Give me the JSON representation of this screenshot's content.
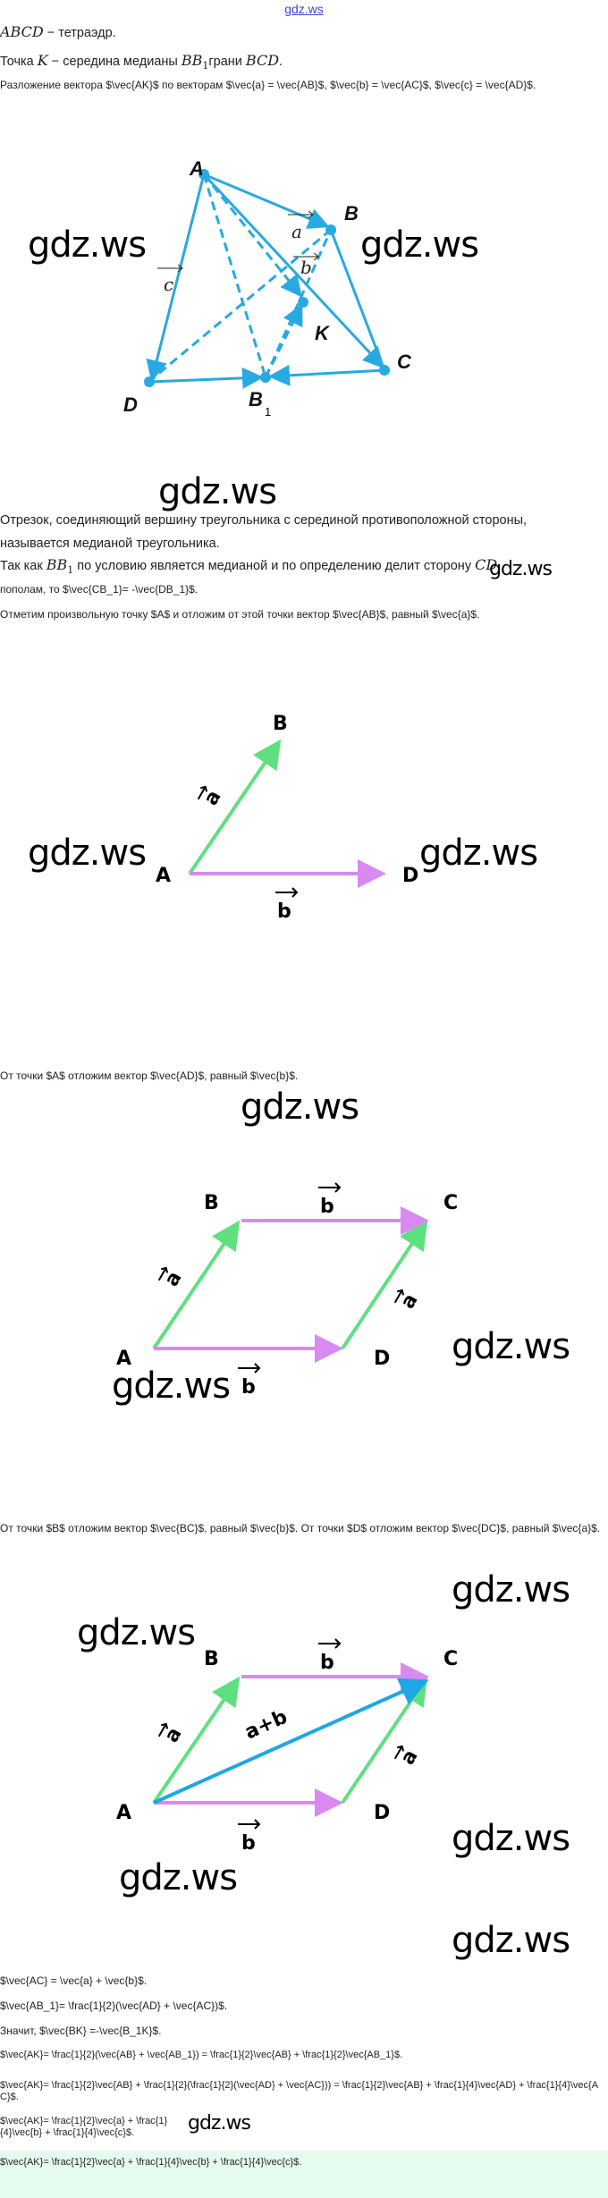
{
  "header": {
    "site_link": "gdz.ws"
  },
  "watermark": "gdz.ws",
  "intro": [
    "$ABCD$ − тетраэдр.",
    "Точка $K$ − середина медианы $BB_1$грани $BCD$.",
    "Разложение вектора $\\vec{AK}$ по векторам $\\vec{a} = \\vec{AB}$, $\\vec{b} = \\vec{AC}$, $\\vec{c} = \\vec{AD}$."
  ],
  "figure1": {
    "points": {
      "A": "A",
      "B": "B",
      "C": "C",
      "D": "D",
      "B1": "B",
      "B1_sub": "1",
      "K": "K"
    },
    "vectors": {
      "a": "a",
      "b": "b",
      "c": "c"
    }
  },
  "explanation": [
    "Отрезок, соединяющий вершину треугольника с серединой противоположной стороны,",
    "называется медианой треугольника.",
    "Так как $BB_1$ по условию является медианой и по определению делит сторону $CD$",
    "пополам, то $\\vec{CB_1}= -\\vec{DB_1}$.",
    "Отметим произвольную точку $A$ и отложим от этой точки вектор $\\vec{AB}$, равный $\\vec{a}$."
  ],
  "figure2": {
    "points": {
      "A": "A",
      "B": "B",
      "D": "D"
    },
    "vectors": {
      "a": "a",
      "b": "b"
    }
  },
  "step2": "От точки $A$ отложим вектор $\\vec{AD}$, равный $\\vec{b}$.",
  "figure3": {
    "points": {
      "A": "A",
      "B": "B",
      "C": "C",
      "D": "D"
    },
    "vectors": {
      "a": "a",
      "b": "b"
    }
  },
  "step3": "От точки $B$ отложим вектор $\\vec{BC}$, равный $\\vec{b}$. От точки $D$ отложим вектор $\\vec{DC}$, равный $\\vec{a}$.",
  "figure4": {
    "points": {
      "A": "A",
      "B": "B",
      "C": "C",
      "D": "D"
    },
    "vectors": {
      "a": "a",
      "b": "b",
      "sum": "a+b"
    }
  },
  "formulas": [
    "$\\vec{AC} = \\vec{a} + \\vec{b}$.",
    "$\\vec{AB_1}= \\frac{1}{2}(\\vec{AD} + \\vec{AC})$.",
    "Значит, $\\vec{BK} =-\\vec{B_1K}$.",
    "$\\vec{AK}= \\frac{1}{2}(\\vec{AB} + \\vec{AB_1}) = \\frac{1}{2}\\vec{AB} + \\frac{1}{2}\\vec{AB_1}$.",
    "$\\vec{AK}= \\frac{1}{2}\\vec{AB} + \\frac{1}{2}(\\frac{1}{2}(\\vec{AD} + \\vec{AC})) = \\frac{1}{2}\\vec{AB} + \\frac{1}{4}\\vec{AD} + \\frac{1}{4}\\vec{AC}$.",
    "$\\vec{AK}= \\frac{1}{2}\\vec{a} + \\frac{1}{4}\\vec{b} + \\frac{1}{4}\\vec{c}$."
  ],
  "answer": "$\\vec{AK}= \\frac{1}{2}\\vec{a} + \\frac{1}{4}\\vec{b} + \\frac{1}{4}\\vec{c}$.",
  "colors": {
    "tetra": "#29a9e1",
    "green": "#5fe07f",
    "violet": "#d98af2",
    "blue": "#1ea7e4",
    "answer_bg": "#e6fbef",
    "link": "#4040d0"
  }
}
